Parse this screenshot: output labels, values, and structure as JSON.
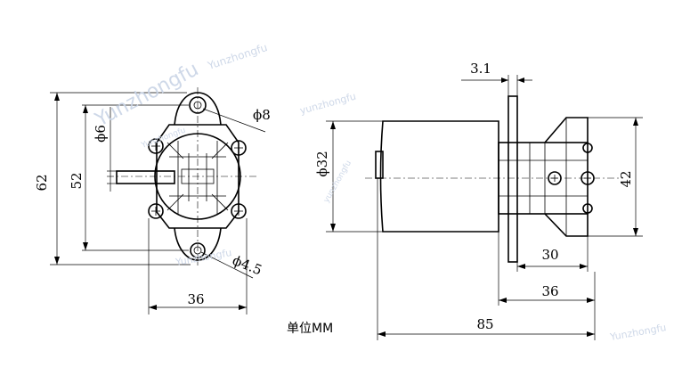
{
  "watermarks": [
    "Yunzhongfu",
    "Yunzhongfu",
    "yunzhongfu",
    "Yunzhongfu",
    "yunzhongfu",
    "Yunzhongfu",
    "Yunzhongfu"
  ],
  "dimensions": {
    "front_height_total": "62",
    "front_hole_spacing": "52",
    "front_shaft_dia": "ϕ6",
    "front_hole_dia_top": "ϕ8",
    "front_hole_dia_bottom": "ϕ4.5",
    "front_width": "36",
    "side_flange_thickness": "3.1",
    "side_motor_dia": "ϕ32",
    "side_gearbox_height": "42",
    "side_length_30": "30",
    "side_length_36": "36",
    "side_total_length": "85"
  },
  "unit_note": "单位MM"
}
